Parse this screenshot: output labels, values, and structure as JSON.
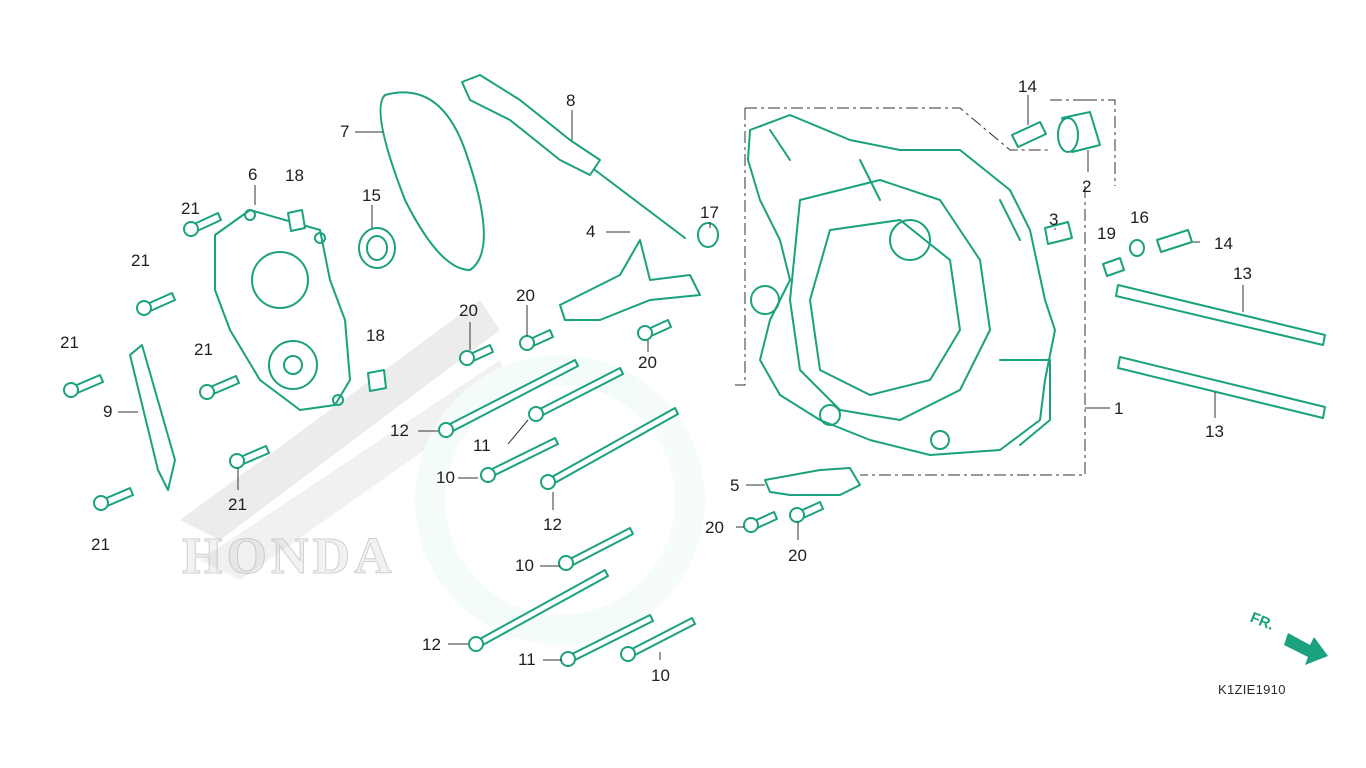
{
  "diagram": {
    "watermark_logo_text": "HONDA",
    "drawing_code": "K1ZIE1910",
    "front_indicator": "FR.",
    "callouts": {
      "p1": "1",
      "p2": "2",
      "p3": "3",
      "p4": "4",
      "p5": "5",
      "p6": "6",
      "p7": "7",
      "p8": "8",
      "p9": "9",
      "p10a": "10",
      "p10b": "10",
      "p10c": "10",
      "p11a": "11",
      "p11b": "11",
      "p12a": "12",
      "p12b": "12",
      "p12c": "12",
      "p13a": "13",
      "p13b": "13",
      "p14a": "14",
      "p14b": "14",
      "p15": "15",
      "p16": "16",
      "p17": "17",
      "p18a": "18",
      "p18b": "18",
      "p19": "19",
      "p20a": "20",
      "p20b": "20",
      "p20c": "20",
      "p20d": "20",
      "p20e": "20",
      "p21a": "21",
      "p21b": "21",
      "p21c": "21",
      "p21d": "21",
      "p21e": "21",
      "p21f": "21"
    },
    "colors": {
      "line_art": "#1aa17e",
      "leader": "#333333",
      "text": "#1f1f1f"
    }
  }
}
